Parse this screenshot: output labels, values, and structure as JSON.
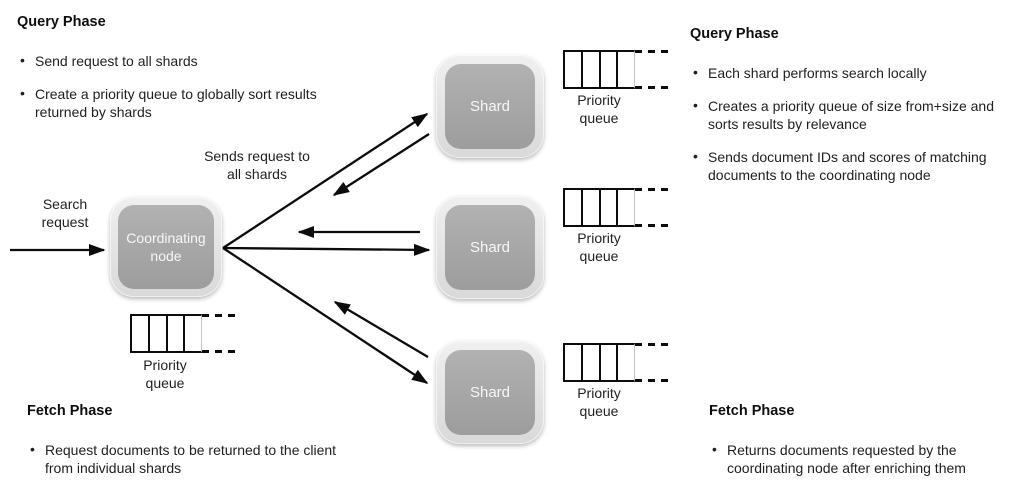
{
  "colors": {
    "background": "#ffffff",
    "node_outer": "#e3e3e3",
    "node_inner": "#a5a5a5",
    "node_label": "#f7f7f7",
    "arrow": "#0c0c0c",
    "heading": "#0e0e0e",
    "body_text": "#1f1f1f"
  },
  "panels": {
    "query_left": {
      "title": "Query Phase",
      "bullets": [
        "Send request to all shards",
        "Create a priority queue to globally sort results returned by shards"
      ]
    },
    "query_right": {
      "title": "Query Phase",
      "bullets": [
        "Each shard performs search locally",
        "Creates a priority queue of size from+size and sorts results by relevance",
        "Sends document IDs and scores of matching documents to the coordinating node"
      ]
    },
    "fetch_left": {
      "title": "Fetch Phase",
      "bullets": [
        "Request documents to be returned to the client from individual shards"
      ]
    },
    "fetch_right": {
      "title": "Fetch Phase",
      "bullets": [
        "Returns documents requested by the coordinating node after enriching them"
      ]
    }
  },
  "nodes": {
    "coordinating": {
      "label": "Coordinating\nnode"
    },
    "shard_top": {
      "label": "Shard"
    },
    "shard_middle": {
      "label": "Shard"
    },
    "shard_bottom": {
      "label": "Shard"
    }
  },
  "labels": {
    "search_request": "Search request",
    "sends_request": "Sends request to all shards",
    "priority_queue": "Priority queue"
  }
}
